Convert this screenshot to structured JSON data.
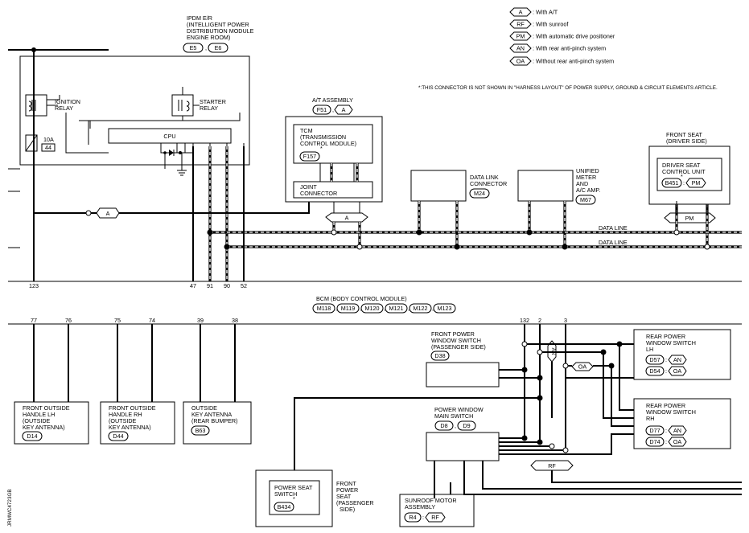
{
  "legend": {
    "items": [
      {
        "code": "A",
        "text": ": With A/T"
      },
      {
        "code": "RF",
        "text": ": With sunroof"
      },
      {
        "code": "PM",
        "text": ": With automatic drive positioner"
      },
      {
        "code": "AN",
        "text": ": With rear anti-pinch system"
      },
      {
        "code": "OA",
        "text": ": Without rear anti-pinch system"
      }
    ],
    "note": "*:THIS CONNECTOR IS NOT SHOWN IN \"HARNESS LAYOUT\" OF POWER SUPPLY, GROUND & CIRCUIT ELEMENTS ARTICLE."
  },
  "ipdm": {
    "title": [
      "IPDM E/R",
      "(INTELLIGENT POWER",
      "DISTRIBUTION MODULE",
      "ENGINE ROOM)"
    ],
    "connectors": [
      "E5",
      "E6"
    ],
    "ignition_relay": [
      "IGNITION",
      "RELAY"
    ],
    "starter_relay": [
      "STARTER",
      "RELAY"
    ],
    "cpu": "CPU",
    "fuse": [
      "10A",
      "44"
    ]
  },
  "at_assembly": {
    "title": "A/T ASSEMBLY",
    "connector": "F51",
    "option": "A",
    "tcm": [
      "TCM",
      "(TRANSMISSION",
      "CONTROL MODULE)"
    ],
    "tcm_connector": "F157",
    "joint": [
      "JOINT",
      "CONNECTOR"
    ],
    "joint_option": "A"
  },
  "data_link": {
    "label": [
      "DATA LINK",
      "CONNECTOR"
    ],
    "connector": "M24"
  },
  "unified_meter": {
    "label": [
      "UNIFIED",
      "METER",
      "AND",
      "A/C AMP."
    ],
    "connector": "M67"
  },
  "front_seat": {
    "title": [
      "FRONT SEAT",
      "(DRIVER SIDE)"
    ],
    "unit": [
      "DRIVER SEAT",
      "CONTROL UNIT"
    ],
    "connector": "B451",
    "option": "PM"
  },
  "data_line_label": "DATA LINE",
  "bcm": {
    "title": "BCM (BODY CONTROL MODULE)",
    "connectors": [
      "M118",
      "M119",
      "M120",
      "M121",
      "M122",
      "M123"
    ],
    "top_pins": [
      "123",
      "47",
      "91",
      "90",
      "52"
    ],
    "bottom_pins": [
      "77",
      "76",
      "75",
      "74",
      "39",
      "38",
      "132",
      "2",
      "3"
    ]
  },
  "a_option_label": "A",
  "handle_lh": {
    "label": [
      "FRONT OUTSIDE",
      "HANDLE LH",
      "(OUTSIDE",
      "KEY ANTENNA)"
    ],
    "connector": "D14"
  },
  "handle_rh": {
    "label": [
      "FRONT OUTSIDE",
      "HANDLE RH",
      "(OUTSIDE",
      "KEY ANTENNA)"
    ],
    "connector": "D44"
  },
  "outside_antenna": {
    "label": [
      "OUTSIDE",
      "KEY ANTENNA",
      "(REAR BUMPER)"
    ],
    "connector": "B63"
  },
  "front_pw_switch": {
    "label": [
      "FRONT POWER",
      "WINDOW SWITCH",
      "(PASSENGER SIDE)"
    ],
    "connector": "D38"
  },
  "pw_main_switch": {
    "label": [
      "POWER WINDOW",
      "MAIN SWITCH"
    ],
    "connectors": [
      "D8",
      "D9"
    ]
  },
  "rear_pw_lh": {
    "label": [
      "REAR POWER",
      "WINDOW SWITCH",
      "LH"
    ],
    "rows": [
      {
        "conn": "D57",
        "opt": "AN"
      },
      {
        "conn": "D54",
        "opt": "OA"
      }
    ]
  },
  "rear_pw_rh": {
    "label": [
      "REAR POWER",
      "WINDOW SWITCH",
      "RH"
    ],
    "rows": [
      {
        "conn": "D77",
        "opt": "AN"
      },
      {
        "conn": "D74",
        "opt": "OA"
      }
    ]
  },
  "an_label": "AN",
  "oa_label": "OA",
  "rf_label": "RF",
  "power_seat": {
    "inner": [
      "POWER SEAT",
      "SWITCH"
    ],
    "connector": "B434",
    "side": [
      "FRONT",
      "POWER",
      "SEAT",
      "(PASSENGER",
      "SIDE)"
    ]
  },
  "sunroof": {
    "label": [
      "SUNROOF MOTOR",
      "ASSEMBLY"
    ],
    "connector": "R4",
    "option": "RF"
  },
  "drawing_id": "JRMWC4723GB"
}
